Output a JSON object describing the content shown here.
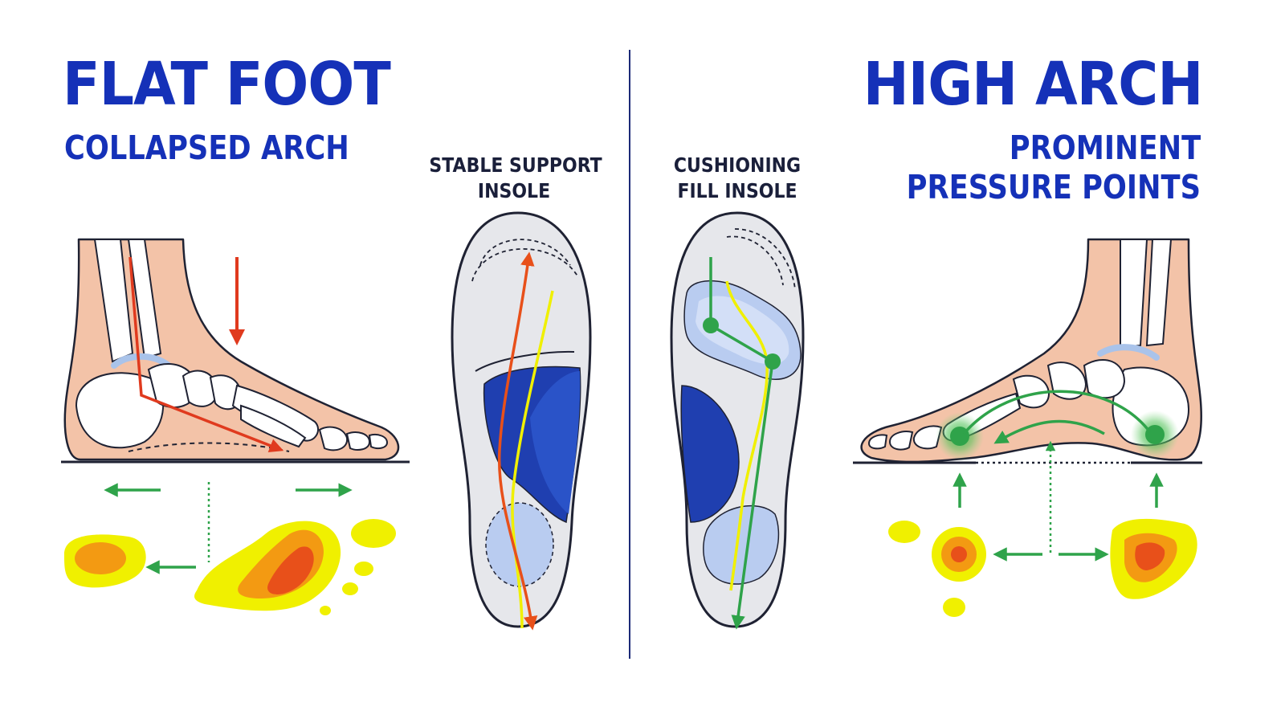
{
  "left": {
    "title": "FLAT FOOT",
    "subtitle": "COLLAPSED ARCH",
    "insole_label_line1": "STABLE SUPPORT",
    "insole_label_line2": "INSOLE"
  },
  "right": {
    "title": "HIGH ARCH",
    "subtitle_line1": "PROMINENT",
    "subtitle_line2": "PRESSURE POINTS",
    "insole_label_line1": "CUSHIONING",
    "insole_label_line2": "FILL INSOLE"
  },
  "colors": {
    "title_blue": "#1531b8",
    "skin": "#f3c3a8",
    "bone": "#ffffff",
    "outline": "#1f2233",
    "force_red": "#e03a1e",
    "balance_green": "#2fa34a",
    "heat_yellow": "#f0f000",
    "heat_orange": "#f39a12",
    "heat_red": "#e8501a",
    "insole_grey": "#e6e7eb",
    "support_blue": "#1f3fb0",
    "gel_blue": "#b9ccf0"
  }
}
